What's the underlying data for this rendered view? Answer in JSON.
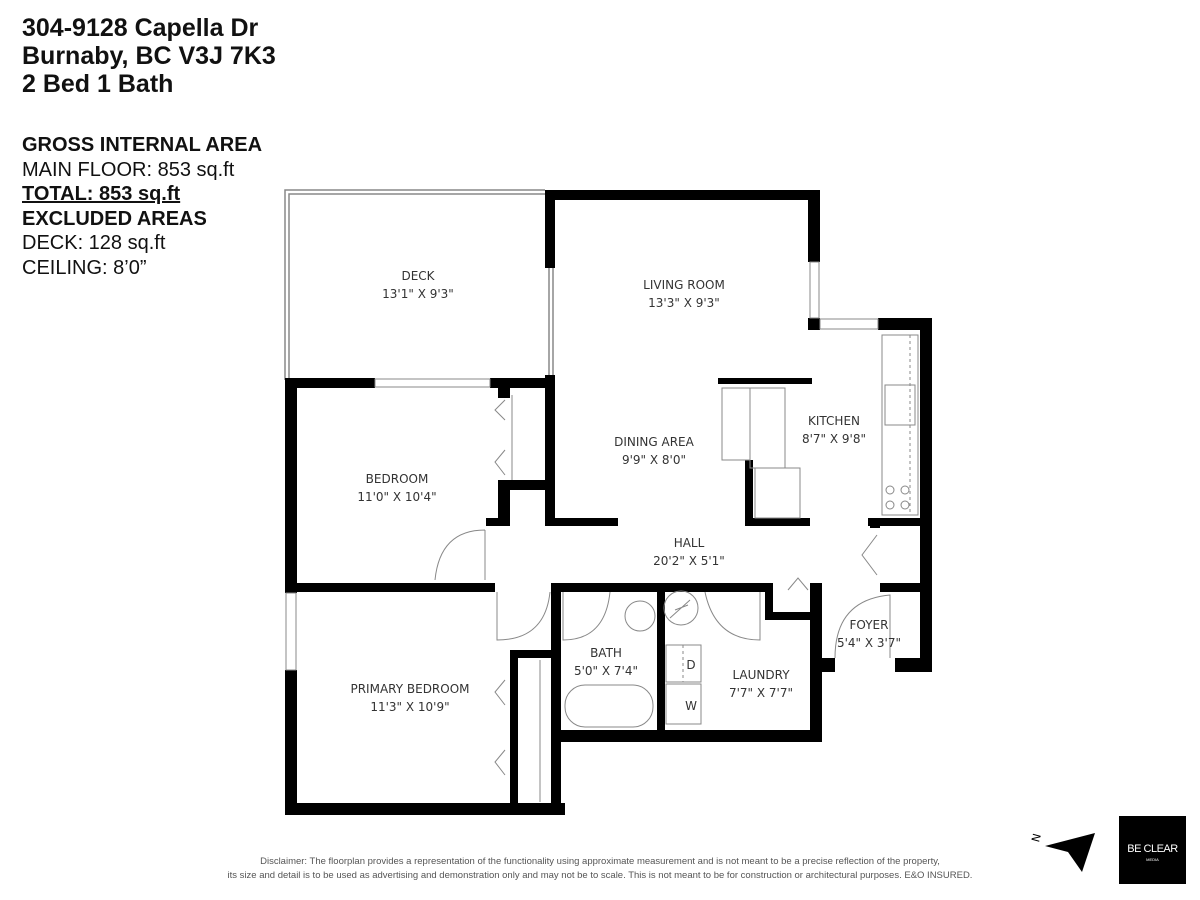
{
  "header": {
    "address_line1": "304-9128 Capella Dr",
    "address_line2": "Burnaby, BC V3J 7K3",
    "summary": "2 Bed 1 Bath"
  },
  "areas": {
    "gross_heading": "GROSS INTERNAL AREA",
    "main_floor": "MAIN FLOOR: 853 sq.ft",
    "total": "TOTAL: 853 sq.ft",
    "excluded_heading": "EXCLUDED AREAS",
    "deck": "DECK: 128 sq.ft",
    "ceiling": "CEILING: 8’0”"
  },
  "rooms": [
    {
      "name": "DECK",
      "size": "13'1\" X 9'3\""
    },
    {
      "name": "LIVING ROOM",
      "size": "13'3\" X 9'3\""
    },
    {
      "name": "KITCHEN",
      "size": "8'7\" X 9'8\""
    },
    {
      "name": "DINING AREA",
      "size": "9'9\" X 8'0\""
    },
    {
      "name": "BEDROOM",
      "size": "11'0\" X 10'4\""
    },
    {
      "name": "HALL",
      "size": "20'2\" X 5'1\""
    },
    {
      "name": "FOYER",
      "size": "5'4\" X 3'7\""
    },
    {
      "name": "BATH",
      "size": "5'0\" X 7'4\""
    },
    {
      "name": "LAUNDRY",
      "size": "7'7\" X 7'7\""
    },
    {
      "name": "PRIMARY BEDROOM",
      "size": "11'3\" X 10'9\""
    }
  ],
  "appliances": {
    "dryer": "D",
    "washer": "W"
  },
  "compass": {
    "label": "N",
    "icon": "north-arrow-icon"
  },
  "disclaimer": {
    "line1": "Disclaimer: The floorplan provides a representation of the functionality using approximate measurement and is not meant to be a precise reflection of the property,",
    "line2": "its size and detail is to be used as advertising and demonstration only and may not be to scale. This is not meant to be for construction or architectural purposes. E&O INSURED."
  },
  "logo": {
    "line1": "BE CLEAR",
    "line2": "MEDIA"
  },
  "colors": {
    "wall": "#000000",
    "fixture": "#888888",
    "text": "#333333"
  }
}
